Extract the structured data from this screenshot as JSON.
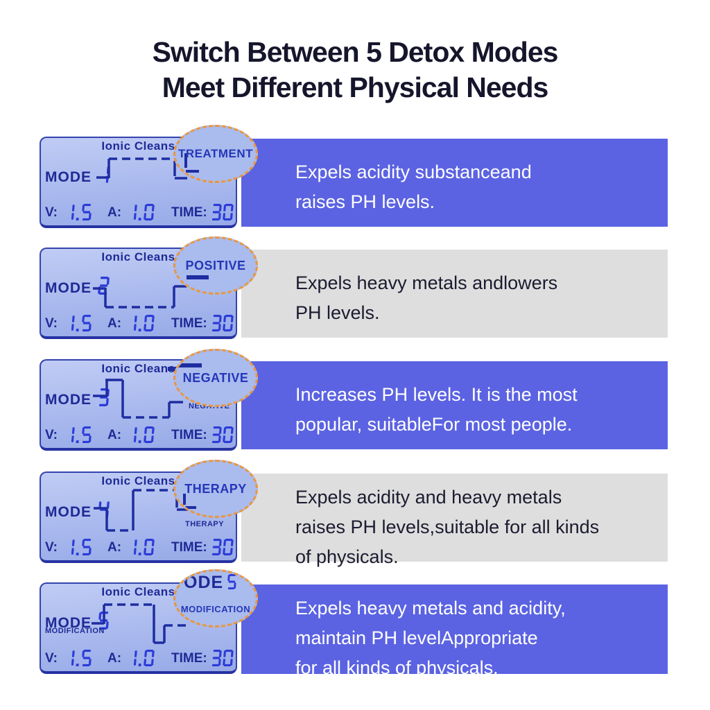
{
  "title": {
    "line1": "Switch Between 5 Detox Modes",
    "line2": "Meet Different Physical Needs"
  },
  "lcd_common": {
    "brand": "Ionic Cleans",
    "mode_label": "MODE",
    "v_label": "V:",
    "v_value": "1.5",
    "a_label": "A:",
    "a_value": "1.0",
    "time_label": "TIME:",
    "time_value": "30"
  },
  "modes": [
    {
      "number": "1",
      "name": "TREATMENT",
      "bar_style": "blue",
      "sub_label": "",
      "description_lines": [
        "Expels acidity substanceand",
        "raises PH levels."
      ]
    },
    {
      "number": "2",
      "name": "POSITIVE",
      "bar_style": "gray",
      "sub_label": "",
      "description_lines": [
        "Expels heavy metals andlowers",
        "PH levels."
      ]
    },
    {
      "number": "3",
      "name": "NEGATIVE",
      "bar_style": "blue",
      "sub_label": "NEGATIVE",
      "description_lines": [
        "Increases PH levels. It is the most",
        "popular, suitableFor most people."
      ]
    },
    {
      "number": "4",
      "name": "THERAPY",
      "bar_style": "gray",
      "sub_label": "THERAPY",
      "description_lines": [
        "Expels acidity and heavy metals",
        "raises PH levels,suitable for all kinds",
        "of physicals."
      ]
    },
    {
      "number": "5",
      "name": "MODIFICATION",
      "bar_style": "blue",
      "sub_label": "MODIFICATION",
      "description_lines": [
        "Expels heavy metals and acidity,",
        "maintain PH levelAppropriate",
        "for all kinds of physicals."
      ]
    }
  ],
  "magnifier_fragment": {
    "text": "ODE",
    "digit": "5"
  },
  "colors": {
    "accent_blue": "#5b63e2",
    "bar_gray": "#dedede",
    "lcd_navy": "#1e2a96",
    "digit_blue": "#2b3bd8",
    "callout_orange": "#e8973f",
    "title_navy": "#15152b",
    "bar_text_dark": "#1b1b30"
  }
}
